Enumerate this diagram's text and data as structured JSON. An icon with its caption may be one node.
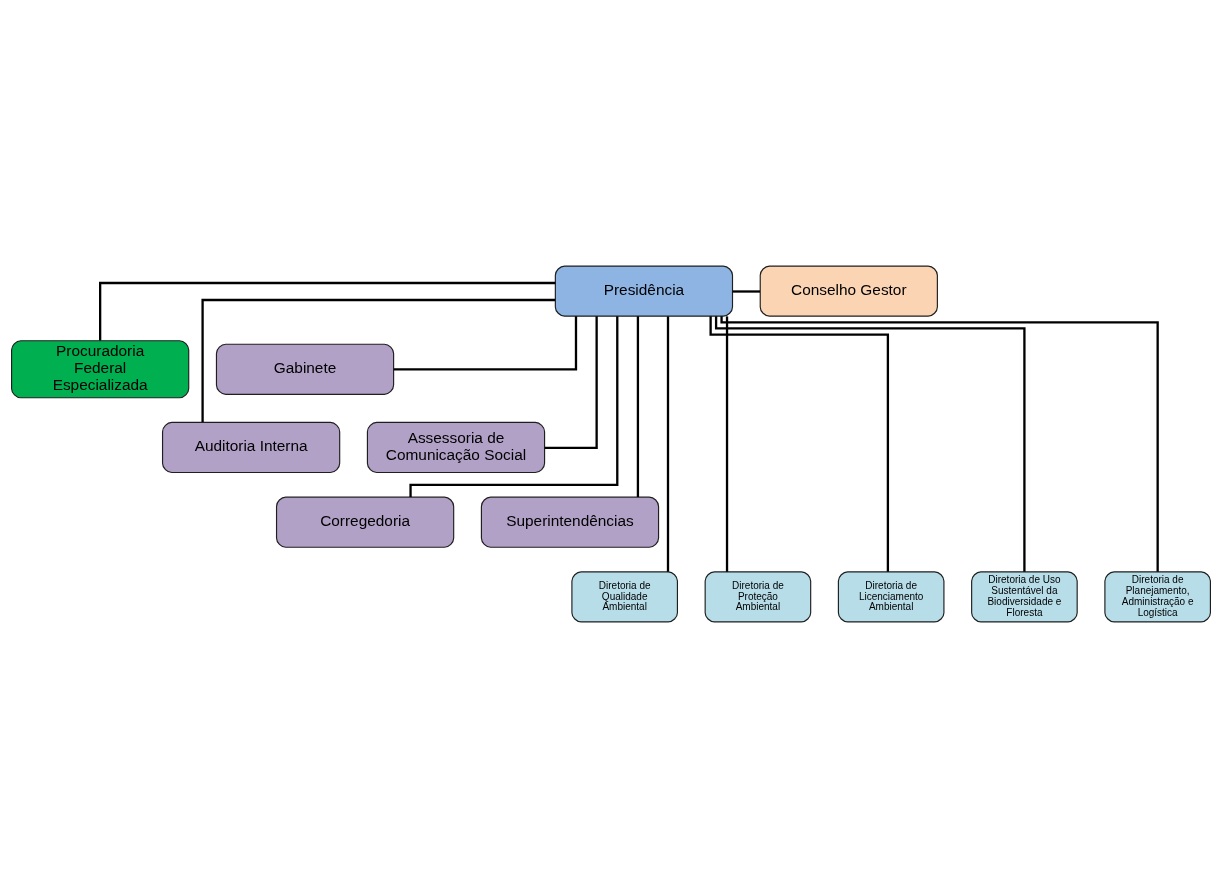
{
  "diagram": {
    "nodes": [
      {
        "text": [
          "Presidência"
        ]
      },
      {
        "text": [
          "Conselho Gestor"
        ]
      },
      {
        "text": [
          "Procuradoria Federal Especializada"
        ]
      },
      {
        "text": [
          "Gabinete"
        ]
      },
      {
        "text": [
          "Auditoria Interna"
        ]
      },
      {
        "text": [
          "Assessoria de Comunicação Social"
        ]
      },
      {
        "text": [
          "Corregedoria"
        ]
      },
      {
        "text": [
          "Superintendências"
        ]
      },
      {
        "text": [
          "Diretoria de Qualidade Ambiental"
        ]
      },
      {
        "text": [
          "Diretoria de Proteção Ambiental"
        ]
      },
      {
        "text": [
          "Diretoria de Licenciamento Ambiental"
        ]
      },
      {
        "text": [
          "Diretoria de Uso Sustentável da Biodiversidade e Floresta"
        ]
      },
      {
        "text": [
          "Diretoria de Planejamento, Administração e Logística"
        ]
      }
    ],
    "edges": [
      {
        "from": 0,
        "to": 1,
        "arrow": "none"
      },
      {
        "from": 0,
        "to": 2,
        "arrow": "none"
      },
      {
        "from": 0,
        "to": 3,
        "arrow": "none"
      },
      {
        "from": 0,
        "to": 4,
        "arrow": "none"
      },
      {
        "from": 0,
        "to": 5,
        "arrow": "none"
      },
      {
        "from": 0,
        "to": 6,
        "arrow": "none"
      },
      {
        "from": 0,
        "to": 7,
        "arrow": "none"
      },
      {
        "from": 0,
        "to": 8,
        "arrow": "none"
      },
      {
        "from": 0,
        "to": 9,
        "arrow": "none"
      },
      {
        "from": 0,
        "to": 10,
        "arrow": "none"
      },
      {
        "from": 0,
        "to": 11,
        "arrow": "none"
      },
      {
        "from": 0,
        "to": 12,
        "arrow": "none"
      }
    ]
  }
}
